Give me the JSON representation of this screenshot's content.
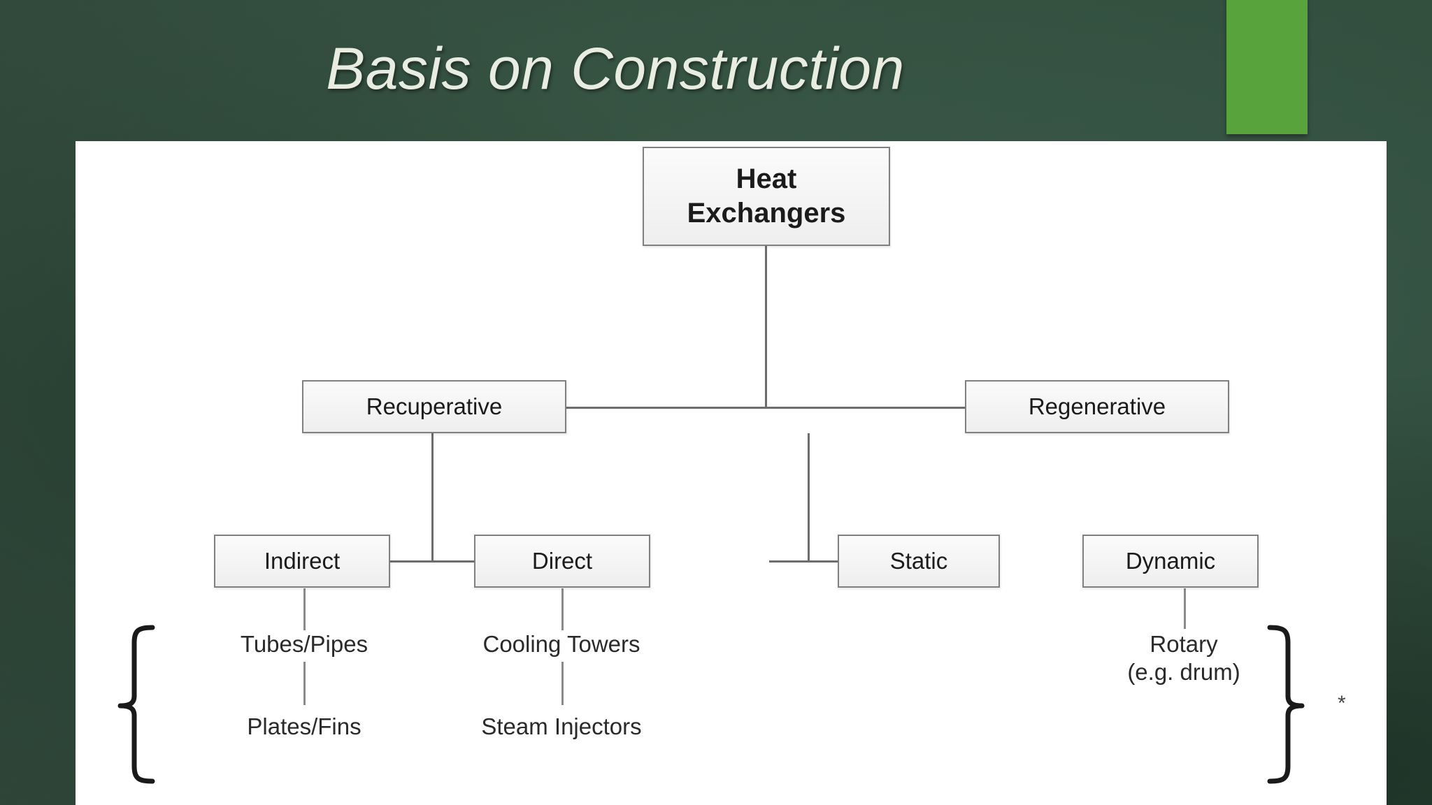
{
  "slide": {
    "title": "Basis on Construction",
    "accent_color": "#59a33c",
    "background_color": "#2d4d3d",
    "panel_background": "#ffffff"
  },
  "diagram": {
    "type": "tree",
    "root": {
      "label": "Heat\nExchangers",
      "line1": "Heat",
      "line2": "Exchangers"
    },
    "level2": [
      {
        "id": "recuperative",
        "label": "Recuperative"
      },
      {
        "id": "regenerative",
        "label": "Regenerative"
      }
    ],
    "level3": [
      {
        "id": "indirect",
        "label": "Indirect",
        "parent": "recuperative"
      },
      {
        "id": "direct",
        "label": "Direct",
        "parent": "recuperative"
      },
      {
        "id": "static",
        "label": "Static",
        "parent": "regenerative"
      },
      {
        "id": "dynamic",
        "label": "Dynamic",
        "parent": "regenerative"
      }
    ],
    "leaves": [
      {
        "id": "tubes-pipes",
        "label": "Tubes/Pipes",
        "parent": "indirect"
      },
      {
        "id": "plates-fins",
        "label": "Plates/Fins",
        "parent": "indirect"
      },
      {
        "id": "cooling-towers",
        "label": "Cooling Towers",
        "parent": "direct"
      },
      {
        "id": "steam-injectors",
        "label": "Steam Injectors",
        "parent": "direct"
      },
      {
        "id": "rotary",
        "label": "Rotary\n(e.g. drum)",
        "line1": "Rotary",
        "line2": "(e.g. drum)",
        "parent": "dynamic"
      }
    ],
    "annotations": {
      "left_brace": "{",
      "right_brace": "}",
      "footnote_marker": "*"
    }
  }
}
